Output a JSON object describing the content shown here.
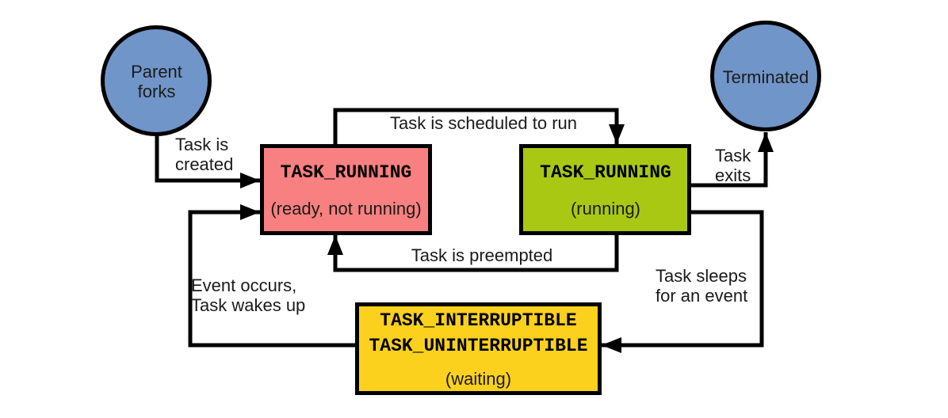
{
  "colors": {
    "background": "#ffffff",
    "line": "#000000",
    "node_border": "#000000",
    "text": "#1a1a1a",
    "circle_fill": "#7095c8",
    "ready_fill": "#f98080",
    "running_fill": "#a9c814",
    "waiting_fill": "#fcd11e"
  },
  "nodes": {
    "parent": {
      "line1": "Parent",
      "line2": "forks"
    },
    "terminated": {
      "label": "Terminated"
    },
    "ready": {
      "title": "TASK_RUNNING",
      "subtitle": "(ready, not running)"
    },
    "running": {
      "title": "TASK_RUNNING",
      "subtitle": "(running)"
    },
    "waiting": {
      "title1": "TASK_INTERRUPTIBLE",
      "title2": "TASK_UNINTERRUPTIBLE",
      "subtitle": "(waiting)"
    }
  },
  "edges": {
    "created": {
      "line1": "Task is",
      "line2": "created"
    },
    "scheduled": {
      "label": "Task is scheduled to run"
    },
    "preempted": {
      "label": "Task is preempted"
    },
    "exits": {
      "line1": "Task",
      "line2": "exits"
    },
    "sleeps": {
      "line1": "Task sleeps",
      "line2": "for an event"
    },
    "wakes": {
      "line1": "Event occurs,",
      "line2": "Task wakes up"
    }
  }
}
